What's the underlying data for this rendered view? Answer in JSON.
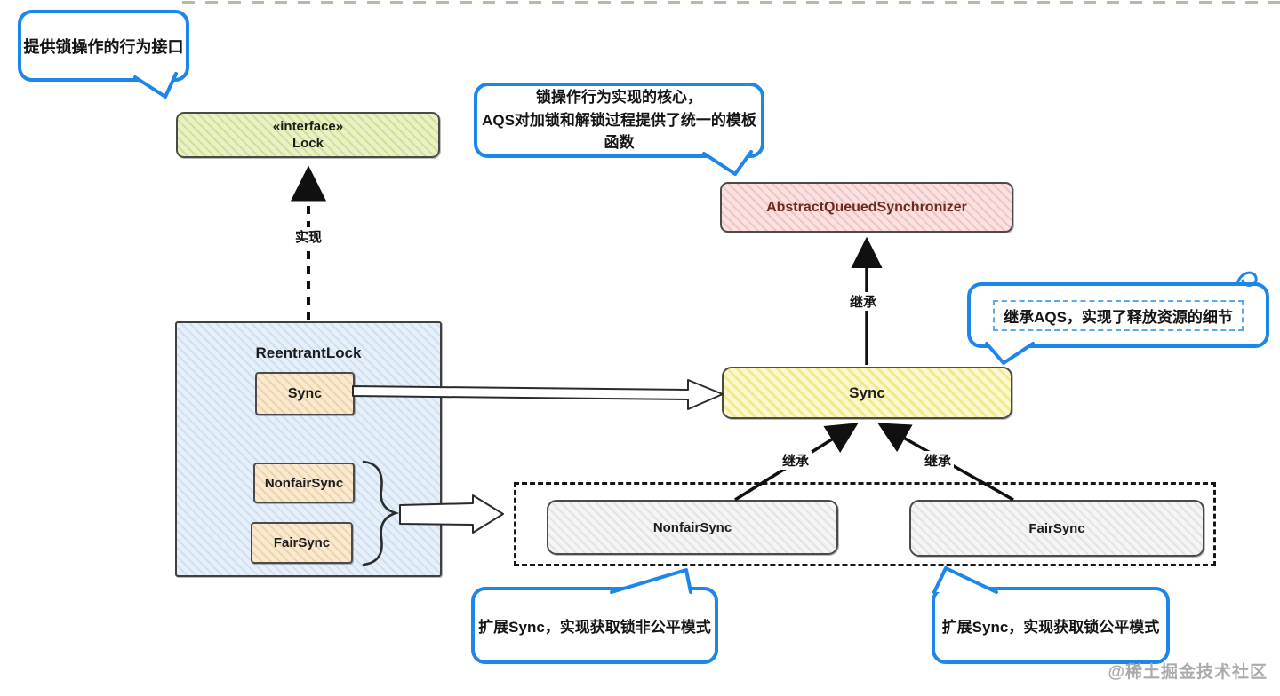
{
  "diagram": {
    "watermark": "@稀土掘金技术社区",
    "callouts": {
      "lock_interface": "提供锁操作的行为接口",
      "aqs_line1": "锁操作行为实现的核心，",
      "aqs_line2": "AQS对加锁和解锁过程提供了统一的模板函数",
      "sync": "继承AQS，实现了释放资源的细节",
      "nonfair": "扩展Sync，实现获取锁非公平模式",
      "fair": "扩展Sync，实现获取锁公平模式"
    },
    "nodes": {
      "lock": {
        "stereotype": "«interface»",
        "name": "Lock"
      },
      "aqs": {
        "name": "AbstractQueuedSynchronizer"
      },
      "reentrant_lock": {
        "name": "ReentrantLock",
        "members": [
          "Sync",
          "NonfairSync",
          "FairSync"
        ]
      },
      "sync": {
        "name": "Sync"
      },
      "nonfair_sync": {
        "name": "NonfairSync"
      },
      "fair_sync": {
        "name": "FairSync"
      }
    },
    "edge_labels": {
      "implements": "实现",
      "extends_aqs": "继承",
      "extends_nonfair": "继承",
      "extends_fair": "继承"
    },
    "colors": {
      "callout_border": "#1d86e9",
      "lock_fill": "#e9f2c6",
      "aqs_fill": "#f9e2e1",
      "aqs_text": "#6e2a1e",
      "reentrant_fill": "#e7eff9",
      "member_fill": "#f8e9d0",
      "sync_fill": "#fbf8cd",
      "subclass_fill": "#f5f5f5"
    }
  }
}
